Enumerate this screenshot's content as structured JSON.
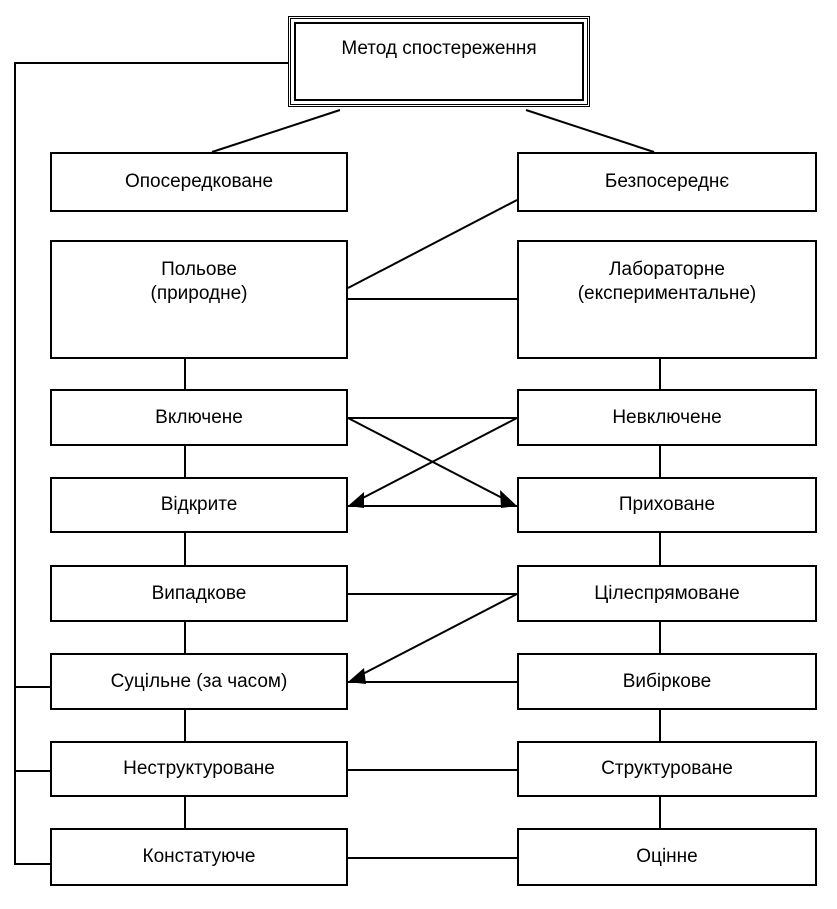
{
  "diagram": {
    "title": "Метод спостереження",
    "left_column": [
      {
        "id": "oposeredkovane",
        "lines": [
          "Опосередковане"
        ]
      },
      {
        "id": "polove",
        "lines": [
          "Польове",
          "(природне)"
        ]
      },
      {
        "id": "vkliuchene",
        "lines": [
          "Включене"
        ]
      },
      {
        "id": "vidkryte",
        "lines": [
          "Відкрите"
        ]
      },
      {
        "id": "vypadkove",
        "lines": [
          "Випадкове"
        ]
      },
      {
        "id": "sutsilne",
        "lines": [
          "Суцільне (за часом)"
        ]
      },
      {
        "id": "nestrukturovane",
        "lines": [
          "Неструктуроване"
        ]
      },
      {
        "id": "konstatuiuche",
        "lines": [
          "Констатуюче"
        ]
      }
    ],
    "right_column": [
      {
        "id": "bezposerednie",
        "lines": [
          "Безпосереднє"
        ]
      },
      {
        "id": "laboratorne",
        "lines": [
          "Лабораторне",
          "(експериментальне)"
        ]
      },
      {
        "id": "nevkliuchene",
        "lines": [
          "Невключене"
        ]
      },
      {
        "id": "prykhovane",
        "lines": [
          "Приховане"
        ]
      },
      {
        "id": "tsilespriamovane",
        "lines": [
          "Цілеспрямоване"
        ]
      },
      {
        "id": "vybirkove",
        "lines": [
          "Вибіркове"
        ]
      },
      {
        "id": "strukturovane",
        "lines": [
          "Структуроване"
        ]
      },
      {
        "id": "otsinne",
        "lines": [
          "Оцінне"
        ]
      }
    ]
  }
}
